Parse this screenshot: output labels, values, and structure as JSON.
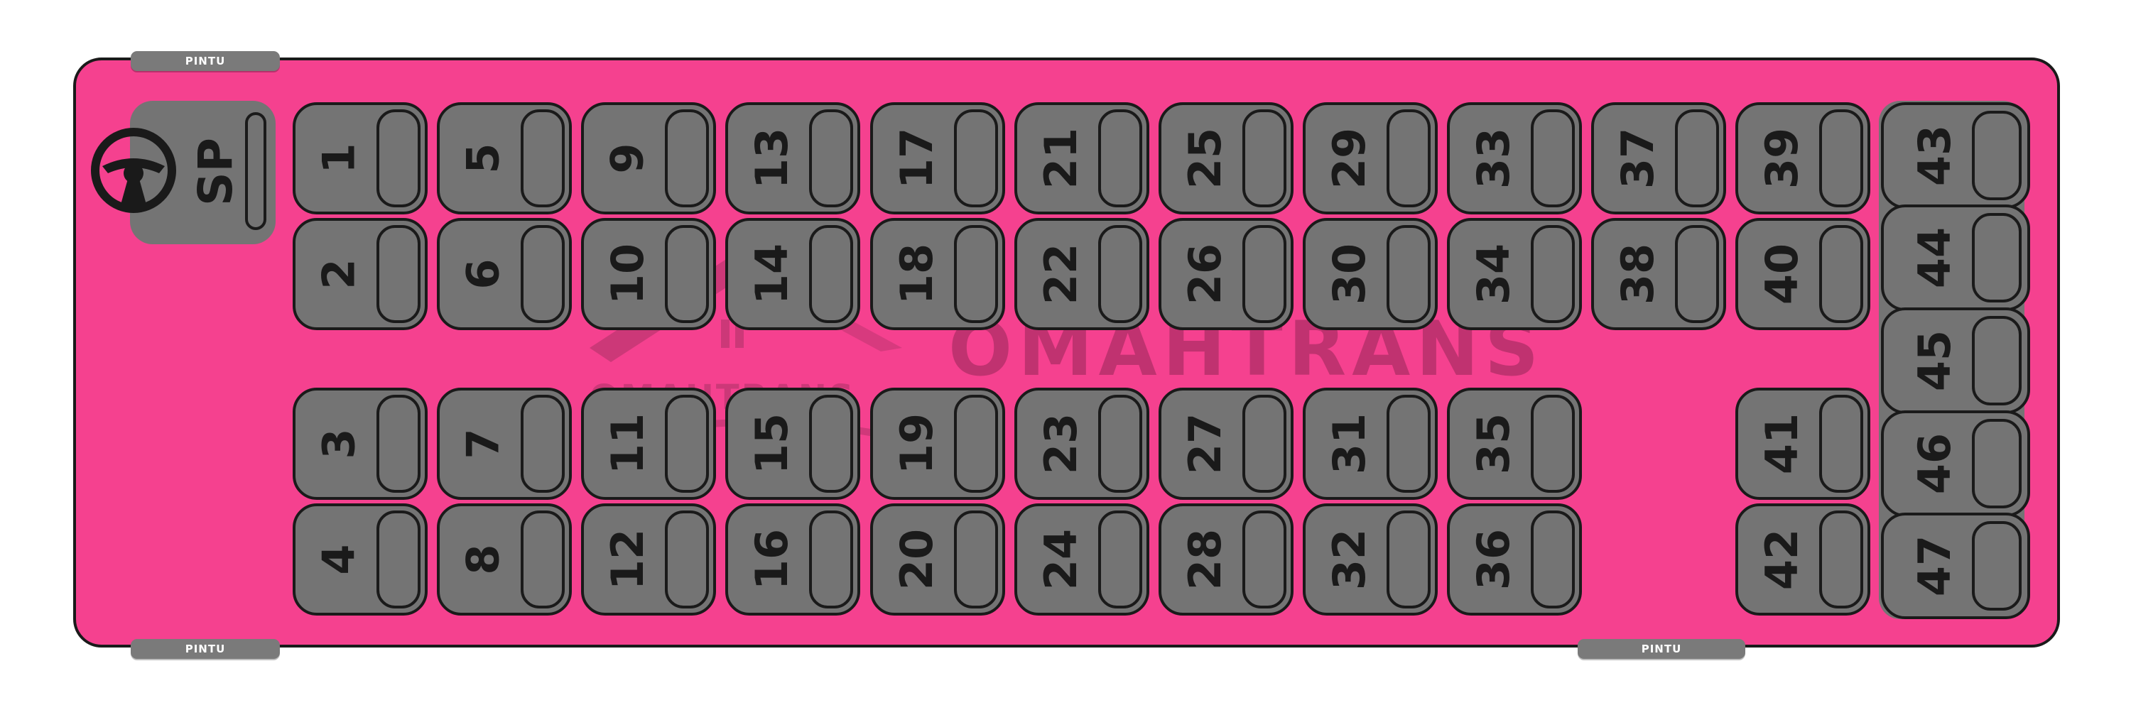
{
  "colors": {
    "bus_body": "#f5418f",
    "seat_fill": "#747474",
    "outline": "#1a1a1a",
    "door_fill": "#7a7a7a",
    "background": "#ffffff"
  },
  "doors": [
    {
      "label": "PINTU",
      "position": "top-left"
    },
    {
      "label": "PINTU",
      "position": "bottom-left"
    },
    {
      "label": "PINTU",
      "position": "bottom-right"
    }
  ],
  "driver": {
    "label": "SP",
    "icon": "steering-wheel-icon"
  },
  "watermark": {
    "text": "OMAHTRANS"
  },
  "seats": [
    "1",
    "2",
    "3",
    "4",
    "5",
    "6",
    "7",
    "8",
    "9",
    "10",
    "11",
    "12",
    "13",
    "14",
    "15",
    "16",
    "17",
    "18",
    "19",
    "20",
    "21",
    "22",
    "23",
    "24",
    "25",
    "26",
    "27",
    "28",
    "29",
    "30",
    "31",
    "32",
    "33",
    "34",
    "35",
    "36",
    "37",
    "38",
    "39",
    "40",
    "41",
    "42",
    "43",
    "44",
    "45",
    "46",
    "47"
  ]
}
